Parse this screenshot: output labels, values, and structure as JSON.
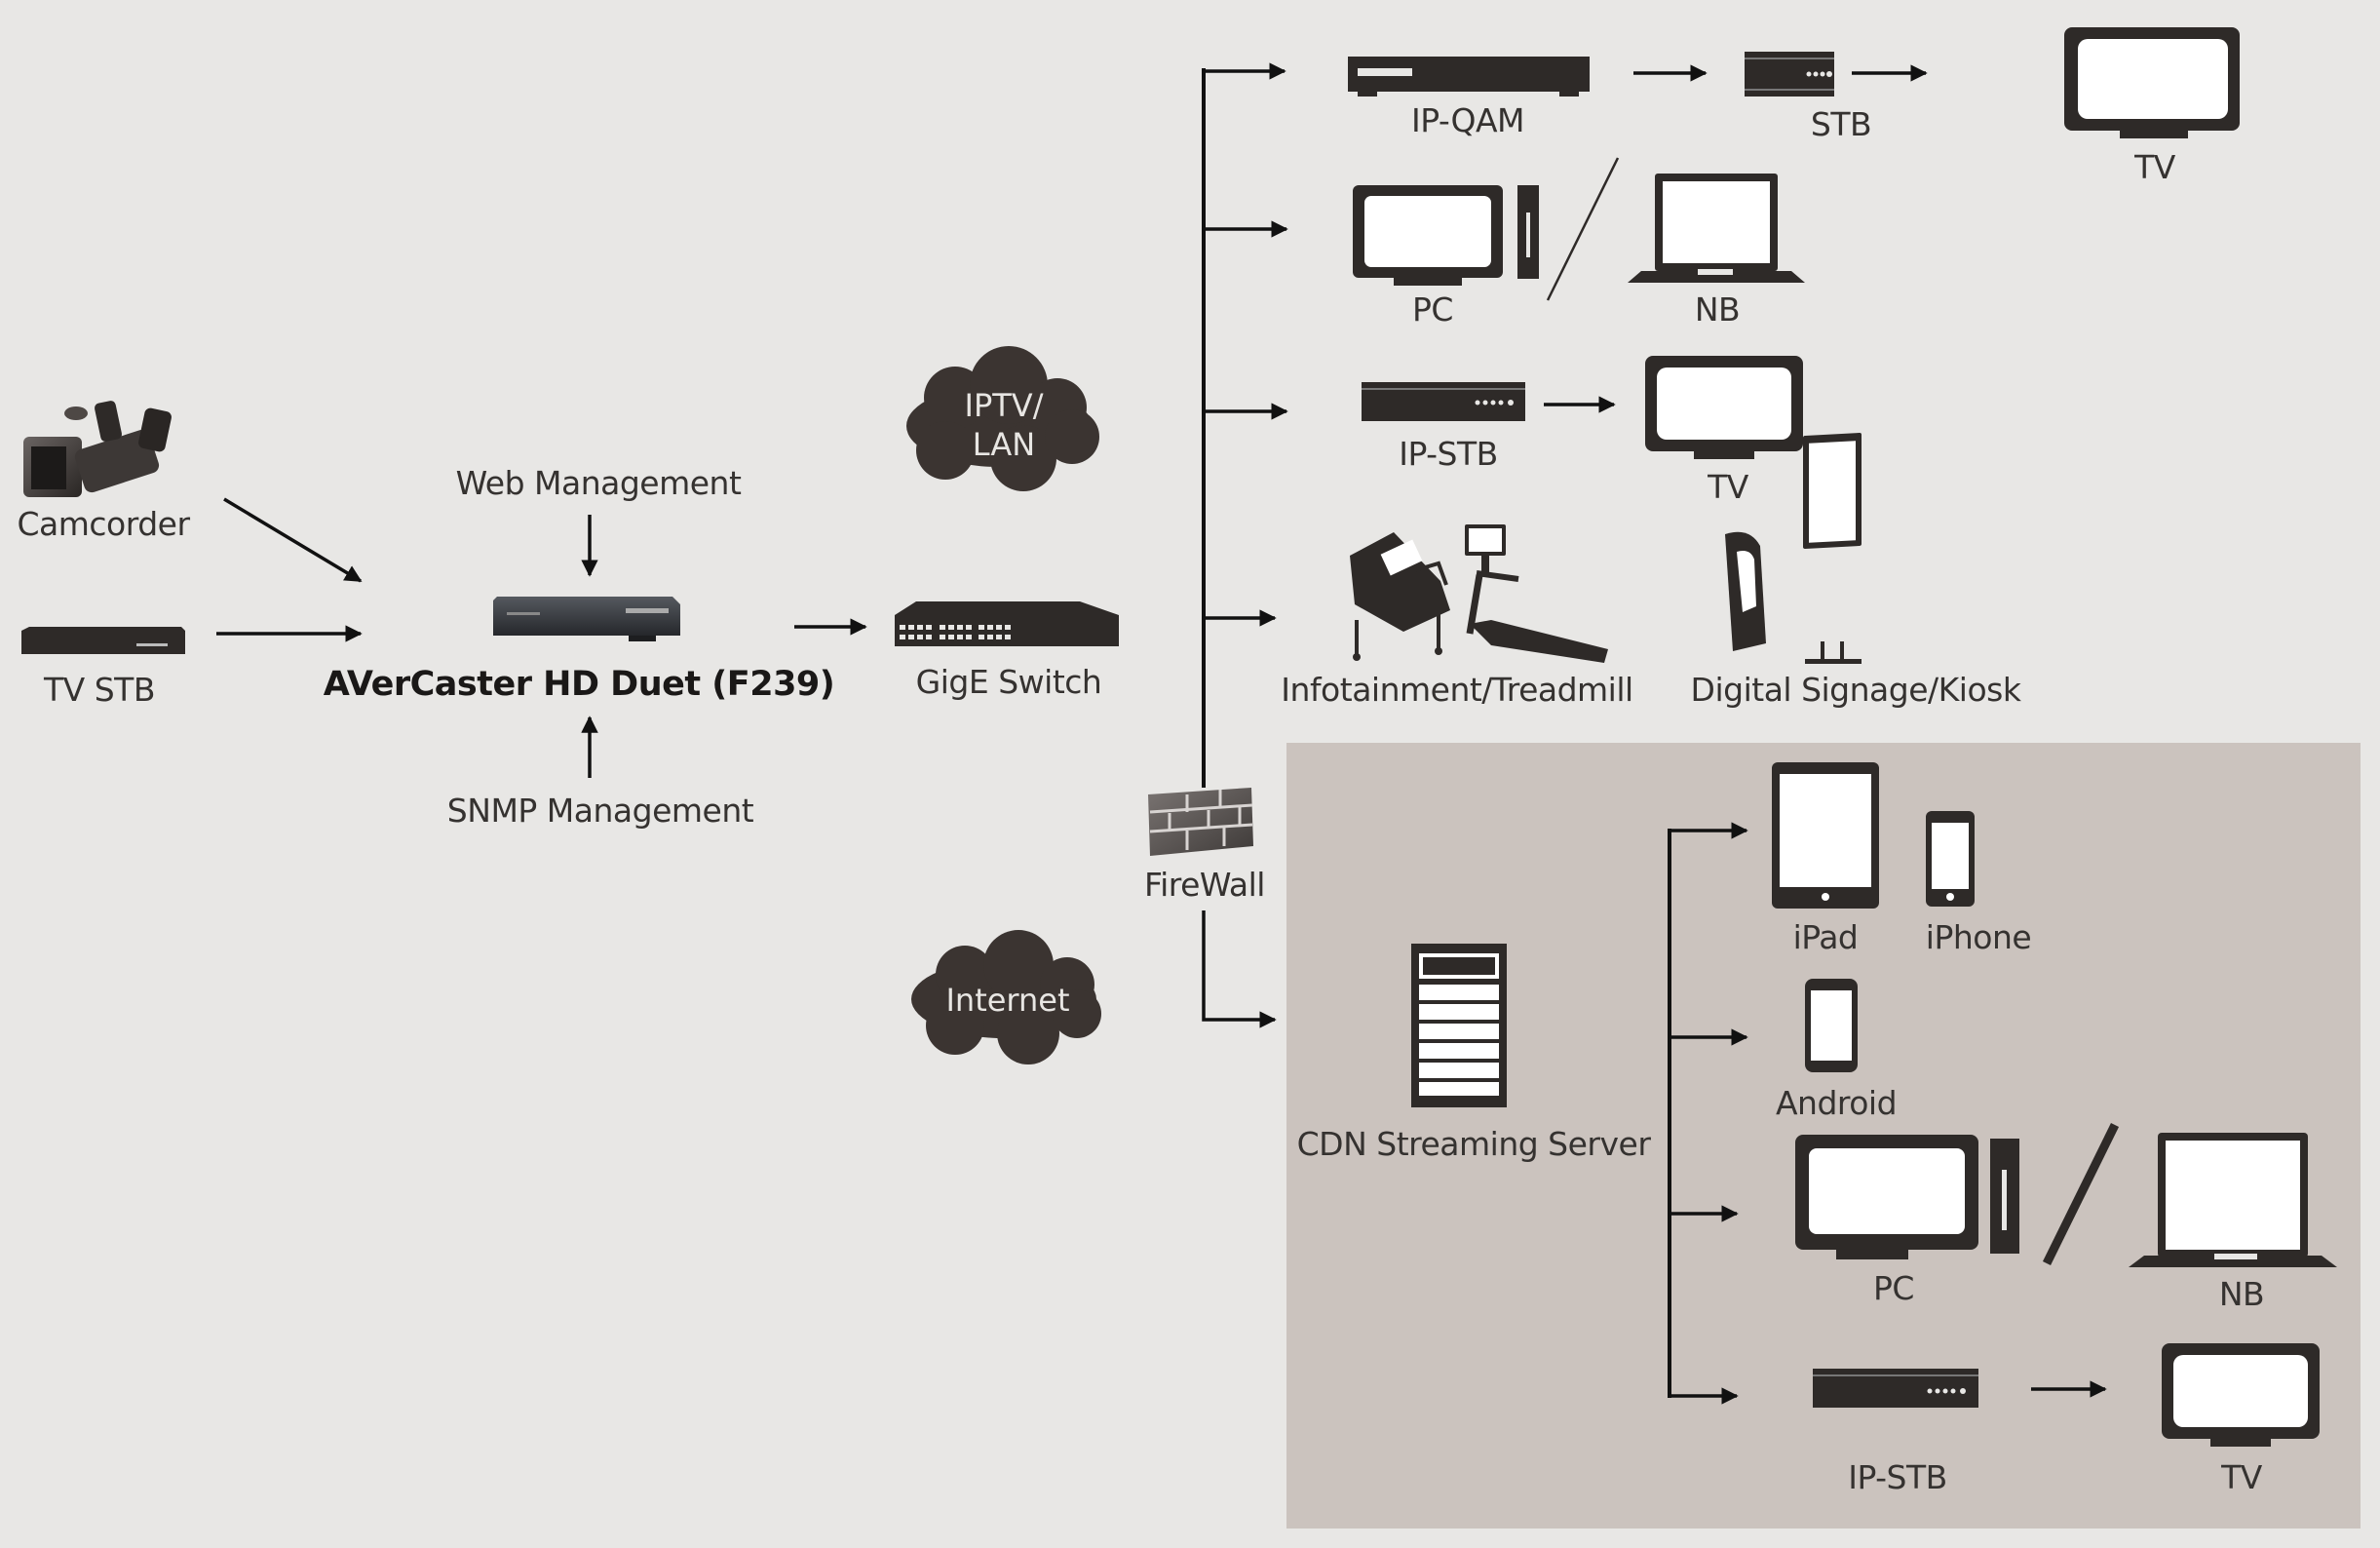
{
  "diagram": {
    "title": "AVerCaster HD Duet (F239) network topology",
    "colors": {
      "background": "#e8e7e5",
      "cdn_panel": "#cbc3be",
      "icon_dark": "#2d2926",
      "screen": "#ffffff",
      "line": "#111111"
    },
    "sources": [
      {
        "id": "camcorder",
        "label": "Camcorder",
        "icon": "camcorder-icon"
      },
      {
        "id": "tv-stb-source",
        "label": "TV STB",
        "icon": "set-top-box-icon"
      }
    ],
    "encoder": {
      "label": "AVerCaster HD Duet (F239)",
      "icon": "encoder-device-icon",
      "management": {
        "web": "Web Management",
        "snmp": "SNMP Management"
      }
    },
    "switch": {
      "label": "GigE Switch",
      "icon": "network-switch-icon"
    },
    "clouds": {
      "iptv_line1": "IPTV/",
      "iptv_line2": "LAN",
      "internet": "Internet"
    },
    "firewall": {
      "label": "FireWall",
      "icon": "brick-wall-icon"
    },
    "lan_targets": {
      "ip_qam": "IP-QAM",
      "stb": "STB",
      "tv_top": "TV",
      "pc": "PC",
      "nb": "NB",
      "ip_stb": "IP-STB",
      "tv_mid": "TV",
      "infotainment": "Infotainment/Treadmill",
      "signage": "Digital Signage/Kiosk"
    },
    "cdn": {
      "server_label": "CDN Streaming Server",
      "ipad": "iPad",
      "iphone": "iPhone",
      "android": "Android",
      "pc": "PC",
      "nb": "NB",
      "ip_stb": "IP-STB",
      "tv": "TV"
    }
  }
}
